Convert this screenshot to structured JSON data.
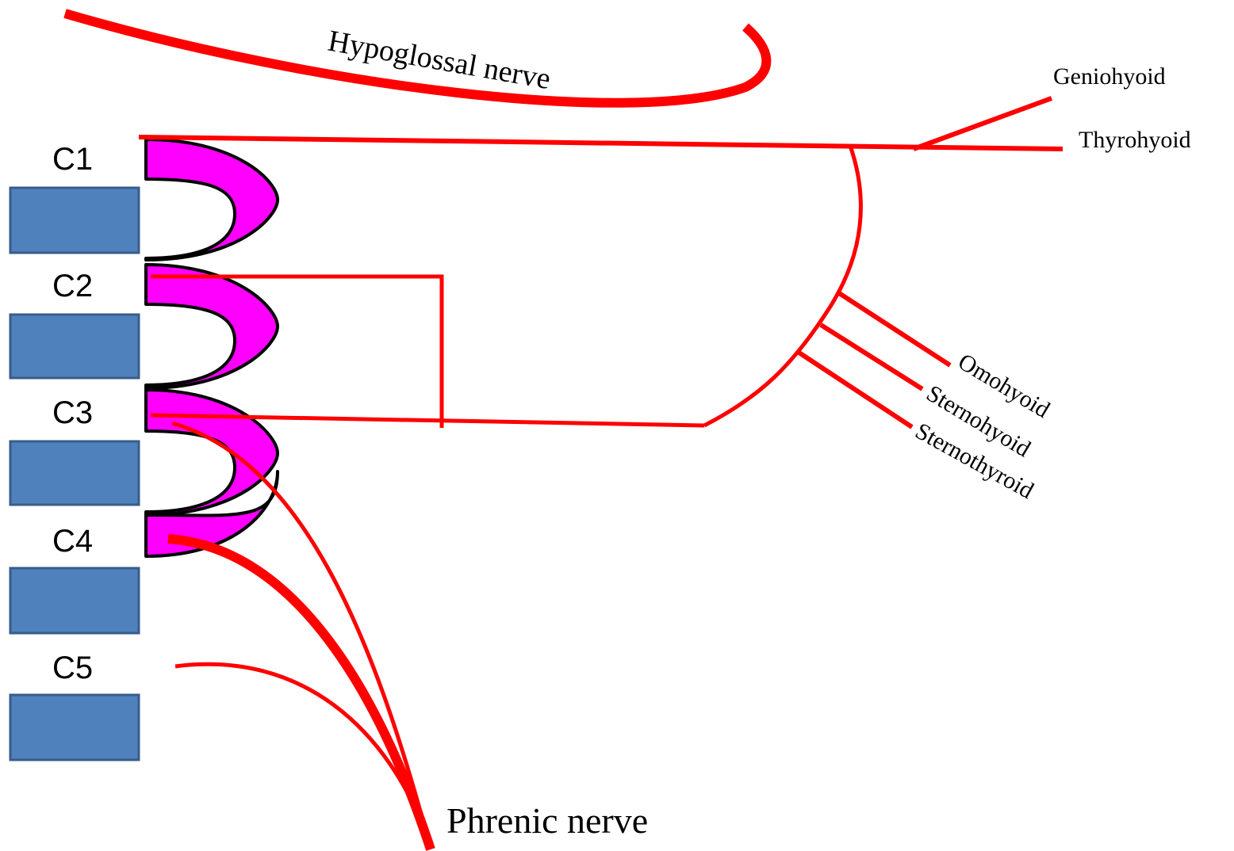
{
  "levels": [
    {
      "label": "C1"
    },
    {
      "label": "C2"
    },
    {
      "label": "C3"
    },
    {
      "label": "C4"
    },
    {
      "label": "C5"
    }
  ],
  "labels": {
    "hypoglossal": "Hypoglossal nerve",
    "geniohyoid": "Geniohyoid",
    "thyrohyoid": "Thyrohyoid",
    "omohyoid": "Omohyoid",
    "sternohyoid": "Sternohyoid",
    "sternothyroid": "Sternothyroid",
    "phrenic": "Phrenic nerve"
  },
  "colors": {
    "nerve": "#ff0000",
    "vertebra_fill": "#4f81bd",
    "vertebra_stroke": "#385d8a",
    "loop_fill": "#ff00ff",
    "loop_stroke": "#000000"
  }
}
